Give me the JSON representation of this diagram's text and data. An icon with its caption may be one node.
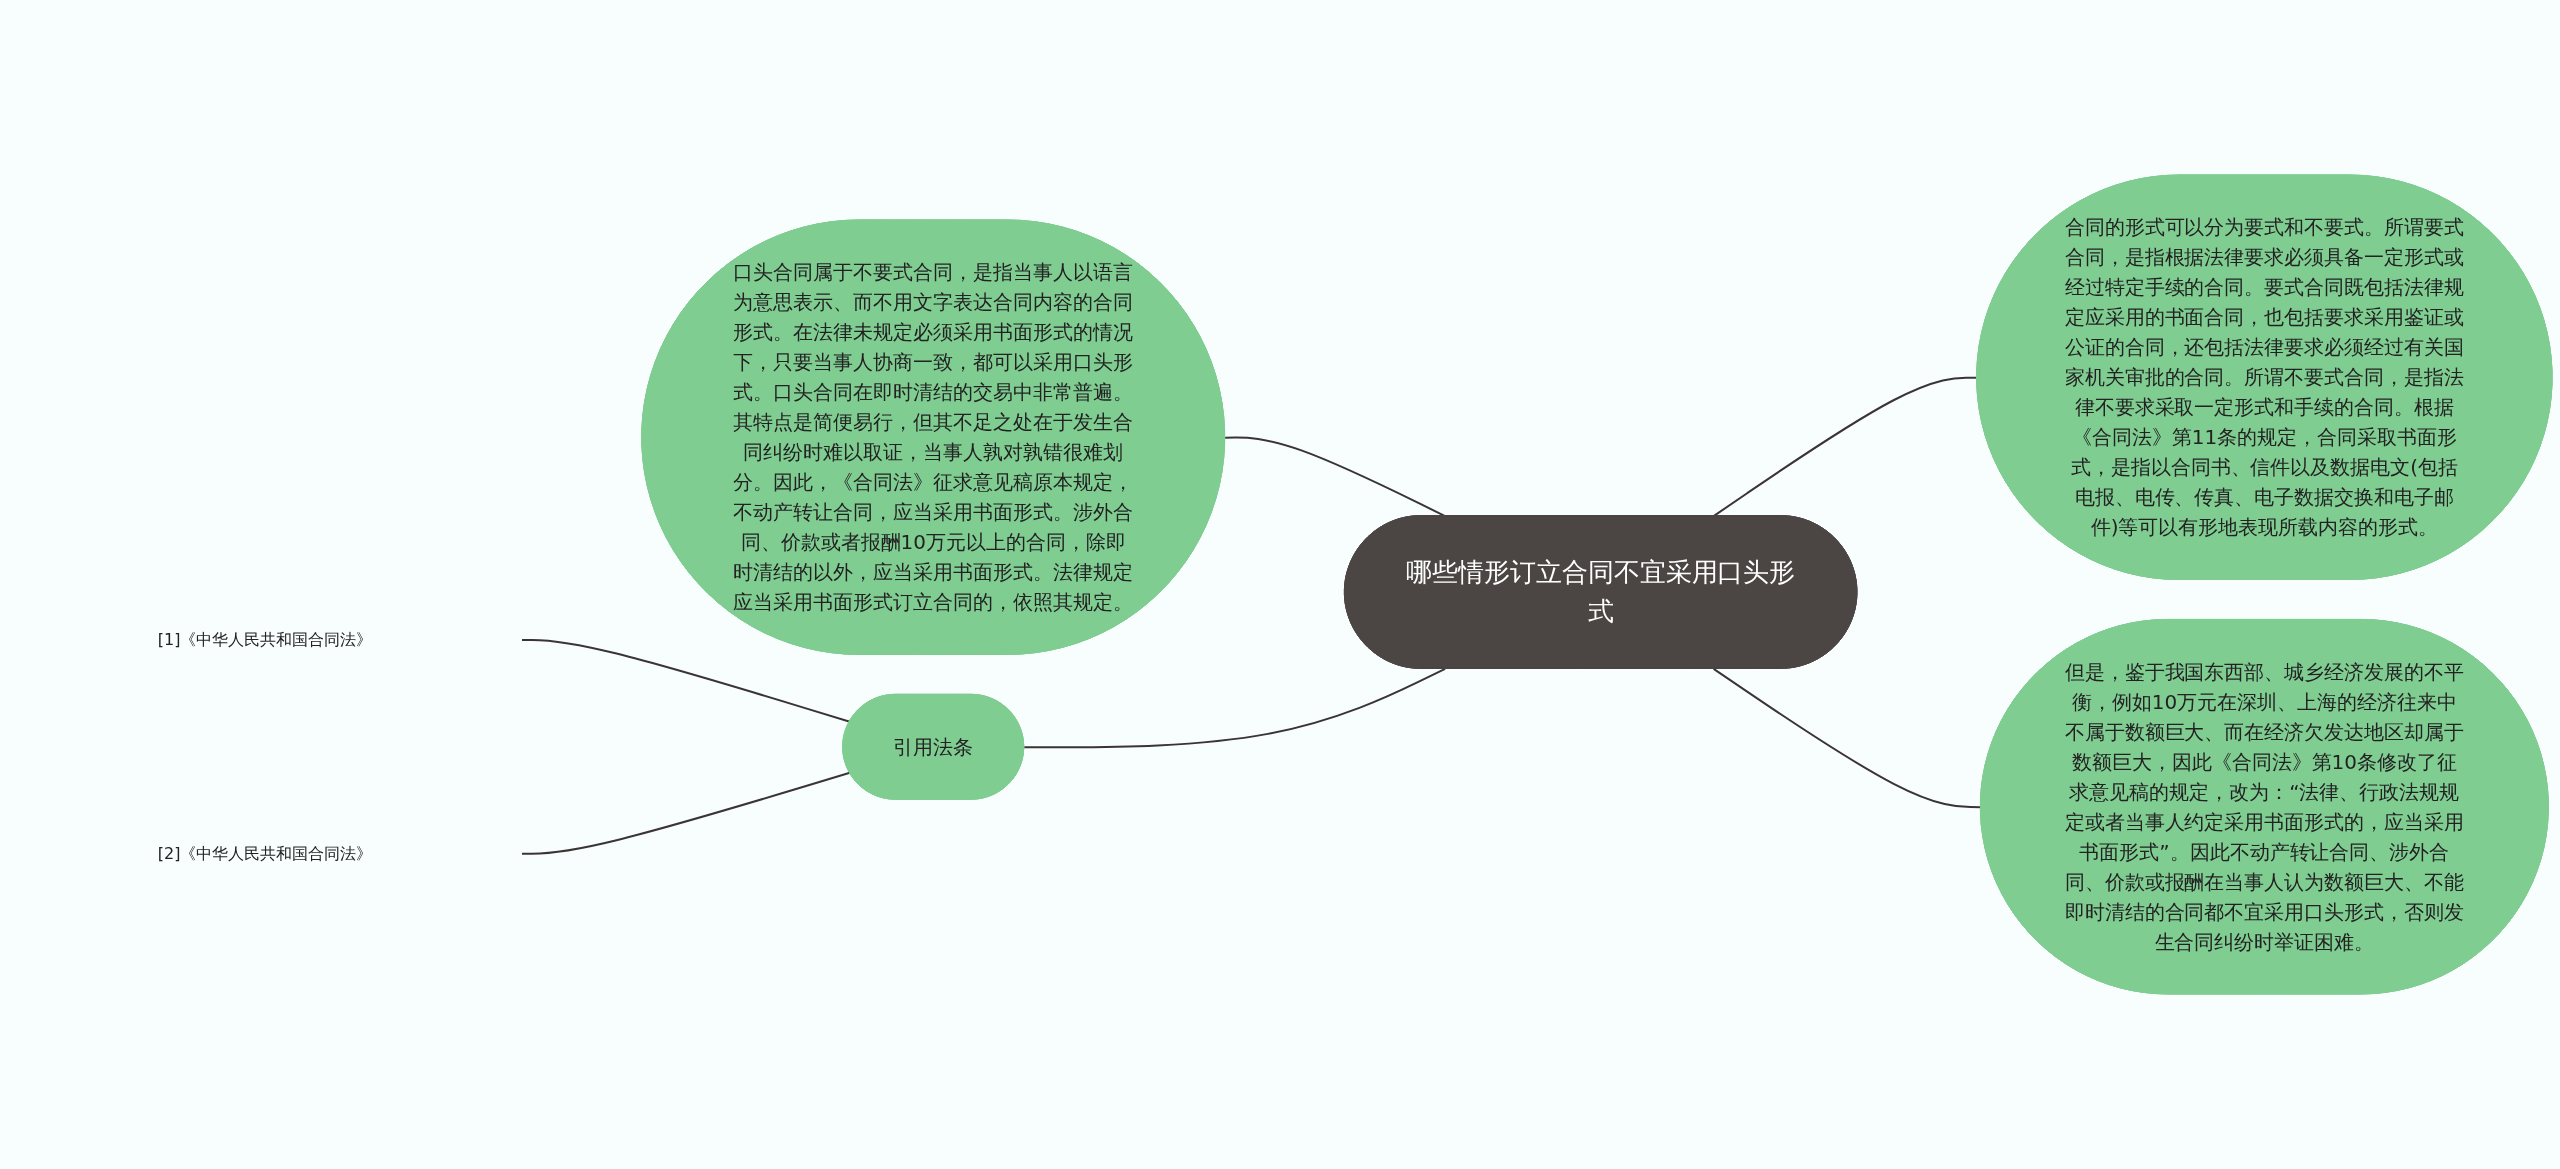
{
  "diagram": {
    "nodes": [
      {
        "text": [
          "哪些情形订立合同不宜采用口头形式"
        ]
      },
      {
        "text": [
          "口头合同属于不要式合同，是指当事人以语言为意思表示、而不用文字表达合同内容的合同形式。在法律未规定必须采用书面形式的情况下，只要当事人协商一致，都可以采用口头形式。口头合同在即时清结的交易中非常普遍。其特点是简便易行，但其不足之处在于发生合同纠纷时难以取证，当事人孰对孰错很难划分。因此，《合同法》征求意见稿原本规定，不动产转让合同，应当采用书面形式。涉外合同、价款或者报酬10万元以上的合同，除即时清结的以外，应当采用书面形式。法律规定应当采用书面形式订立合同的，依照其规定。"
        ]
      },
      {
        "text": [
          "合同的形式可以分为要式和不要式。所谓要式合同，是指根据法律要求必须具备一定形式或经过特定手续的合同。要式合同既包括法律规定应采用的书面合同，也包括要求采用鉴证或公证的合同，还包括法律要求必须经过有关国家机关审批的合同。所谓不要式合同，是指法律不要求采取一定形式和手续的合同。根据《合同法》第11条的规定，合同采取书面形式，是指以合同书、信件以及数据电文(包括电报、电传、传真、电子数据交换和电子邮件)等可以有形地表现所载内容的形式。"
        ]
      },
      {
        "text": [
          "但是，鉴于我国东西部、城乡经济发展的不平衡，例如10万元在深圳、上海的经济往来中不属于数额巨大、而在经济欠发达地区却属于数额巨大，因此《合同法》第10条修改了征求意见稿的规定，改为：“法律、行政法规规定或者当事人约定采用书面形式的，应当采用书面形式”。因此不动产转让合同、涉外合同、价款或报酬在当事人认为数额巨大、不能即时清结的合同都不宜采用口头形式，否则发生合同纠纷时举证困难。"
        ]
      },
      {
        "text": [
          "引用法条"
        ]
      },
      {
        "text": [
          "[1]《中华人民共和国合同法》"
        ]
      },
      {
        "text": [
          "[2]《中华人民共和国合同法》"
        ]
      }
    ],
    "edges": [
      {
        "from": 0,
        "to": 1,
        "arrow": "none"
      },
      {
        "from": 0,
        "to": 4,
        "arrow": "none"
      },
      {
        "from": 0,
        "to": 2,
        "arrow": "none"
      },
      {
        "from": 0,
        "to": 3,
        "arrow": "none"
      },
      {
        "from": 4,
        "to": 5,
        "arrow": "none"
      },
      {
        "from": 4,
        "to": 6,
        "arrow": "none"
      }
    ]
  }
}
